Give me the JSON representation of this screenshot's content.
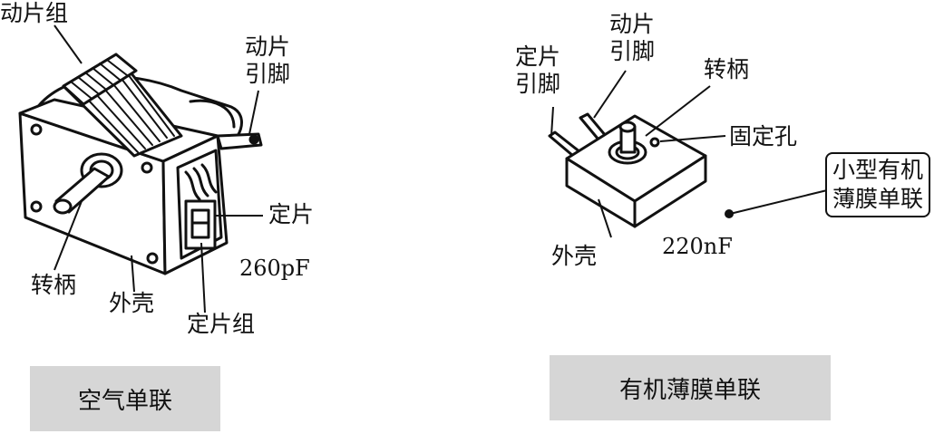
{
  "left": {
    "moving_group": "动片组",
    "moving_pin_line1": "动片",
    "moving_pin_line2": "引脚",
    "fixed_plate": "定片",
    "value": "260pF",
    "shaft": "转柄",
    "shell": "外壳",
    "fixed_group": "定片组",
    "caption": "空气单联"
  },
  "right": {
    "fixed_pin_line1": "定片",
    "fixed_pin_line2": "引脚",
    "moving_pin_line1": "动片",
    "moving_pin_line2": "引脚",
    "shaft": "转柄",
    "mount_hole": "固定孔",
    "callout_line1": "小型有机",
    "callout_line2": "薄膜单联",
    "shell": "外壳",
    "value": "220nF",
    "caption": "有机薄膜单联"
  }
}
